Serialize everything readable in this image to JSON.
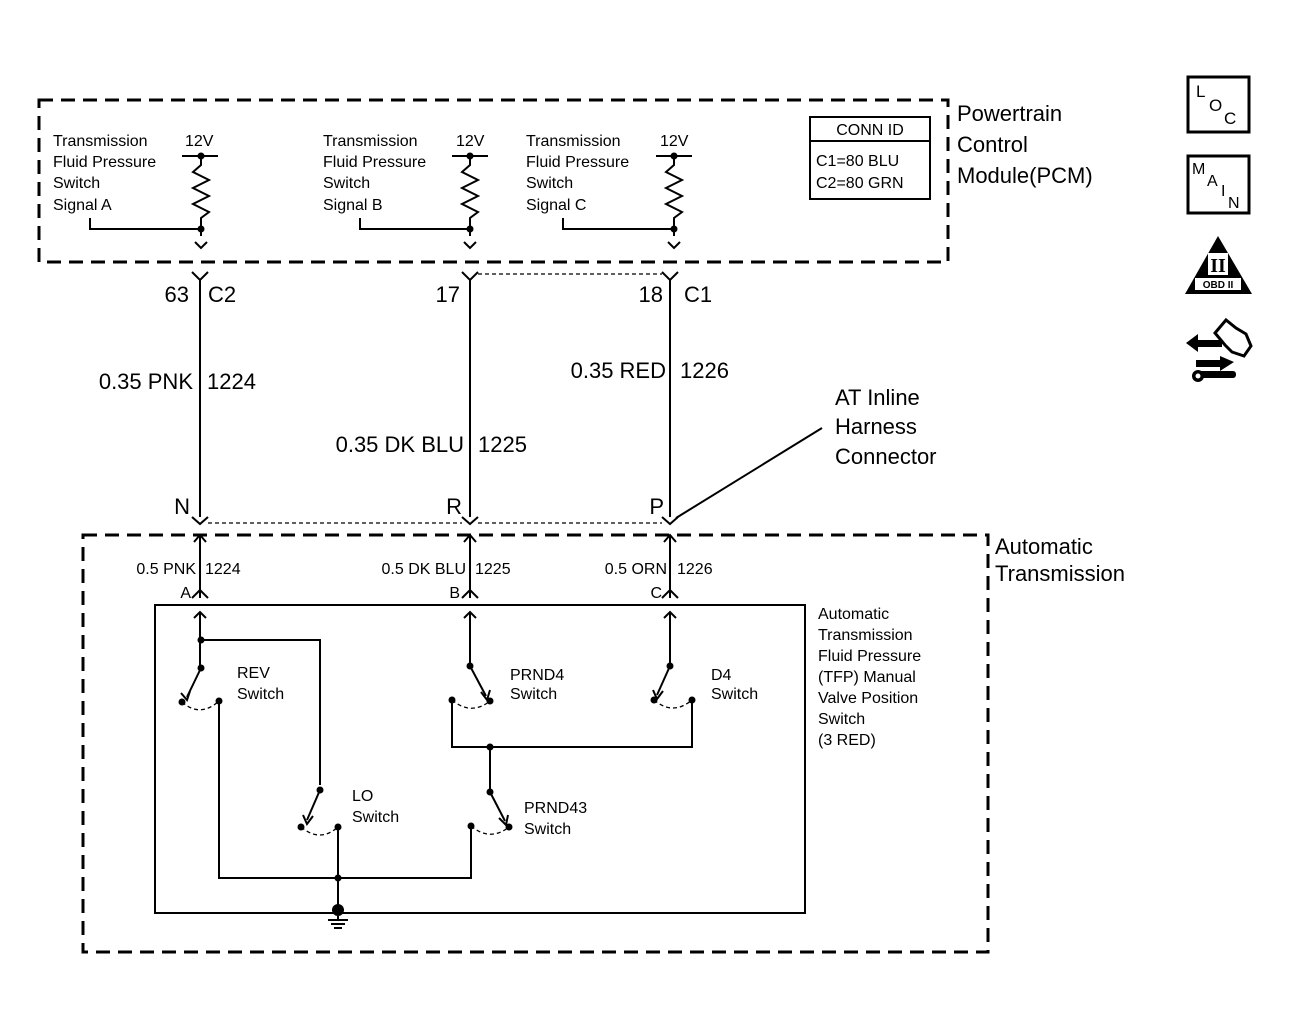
{
  "pcm": {
    "title": [
      "Powertrain",
      "Control",
      "Module(PCM)"
    ],
    "signals": [
      {
        "lines": [
          "Transmission",
          "Fluid Pressure",
          "Switch",
          "Signal A"
        ],
        "voltage": "12V"
      },
      {
        "lines": [
          "Transmission",
          "Fluid Pressure",
          "Switch",
          "Signal B"
        ],
        "voltage": "12V"
      },
      {
        "lines": [
          "Transmission",
          "Fluid Pressure",
          "Switch",
          "Signal C"
        ],
        "voltage": "12V"
      }
    ],
    "conn_id": {
      "header": "CONN ID",
      "rows": [
        "C1=80 BLU",
        "C2=80 GRN"
      ]
    }
  },
  "pins": {
    "a": {
      "pin": "63",
      "conn": "C2"
    },
    "b": {
      "pin": "17"
    },
    "c": {
      "pin": "18",
      "conn": "C1"
    }
  },
  "wires_upper": [
    {
      "spec": "0.35 PNK",
      "circuit": "1224"
    },
    {
      "spec": "0.35 DK BLU",
      "circuit": "1225"
    },
    {
      "spec": "0.35 RED",
      "circuit": "1226"
    }
  ],
  "inline_connector": {
    "label": [
      "AT Inline",
      "Harness",
      "Connector"
    ],
    "terminals": [
      "N",
      "R",
      "P"
    ]
  },
  "transmission": {
    "title": [
      "Automatic",
      "Transmission"
    ],
    "wires_lower": [
      {
        "spec": "0.5 PNK",
        "circuit": "1224",
        "terminal": "A"
      },
      {
        "spec": "0.5 DK BLU",
        "circuit": "1225",
        "terminal": "B"
      },
      {
        "spec": "0.5 ORN",
        "circuit": "1226",
        "terminal": "C"
      }
    ],
    "tfp_label": [
      "Automatic",
      "Transmission",
      "Fluid Pressure",
      "(TFP) Manual",
      "Valve Position",
      "Switch",
      "(3 RED)"
    ],
    "switches": {
      "rev": [
        "REV",
        "Switch"
      ],
      "prnd4": [
        "PRND4",
        "Switch"
      ],
      "d4": [
        "D4",
        "Switch"
      ],
      "lo": [
        "LO",
        "Switch"
      ],
      "prnd43": [
        "PRND43",
        "Switch"
      ]
    }
  },
  "side_icons": {
    "loc": {
      "letters": [
        "L",
        "O",
        "C"
      ]
    },
    "main": {
      "letters": [
        "M",
        "A",
        "I",
        "N"
      ]
    },
    "obd": {
      "numeral": "II",
      "label": "OBD II"
    },
    "names": [
      "loc-icon",
      "main-icon",
      "obd-ii-icon",
      "tools-icon"
    ]
  }
}
